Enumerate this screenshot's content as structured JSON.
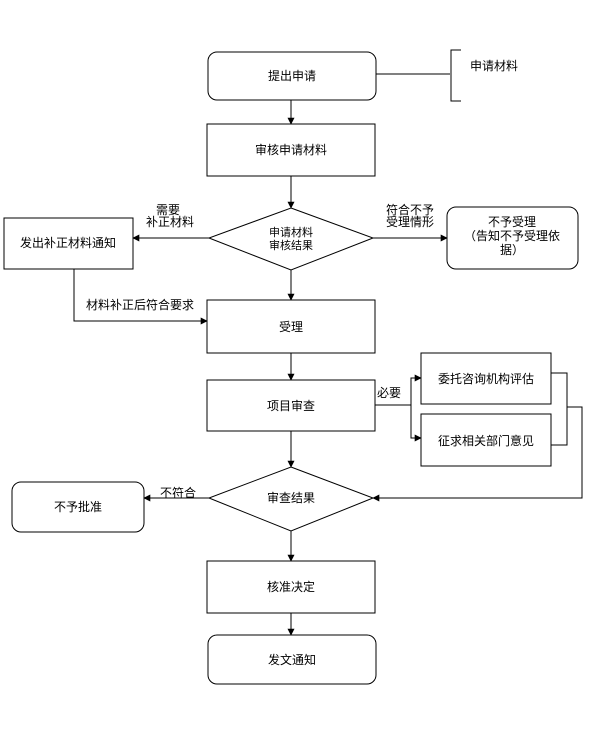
{
  "nodes": {
    "submit": "提出申请",
    "review_materials": "审核申请材料",
    "materials_decision_line1": "申请材料",
    "materials_decision_line2": "审核结果",
    "issue_correction": "发出补正材料通知",
    "reject_accept_line1": "不予受理",
    "reject_accept_line2": "（告知不予受理依",
    "reject_accept_line3": "据）",
    "accept": "受理",
    "project_review": "项目审查",
    "consult_agency": "委托咨询机构评估",
    "solicit_opinions": "征求相关部门意见",
    "review_result": "审查结果",
    "not_approved": "不予批准",
    "approval_decision": "核准决定",
    "issue_notice": "发文通知"
  },
  "annotations": {
    "application_materials": "申请材料"
  },
  "edges": {
    "needs_correction_line1": "需要",
    "needs_correction_line2": "补正材料",
    "not_acceptable_line1": "符合不予",
    "not_acceptable_line2": "受理情形",
    "corrected_meets": "材料补正后符合要求",
    "necessary": "必要",
    "not_compliant": "不符合"
  }
}
